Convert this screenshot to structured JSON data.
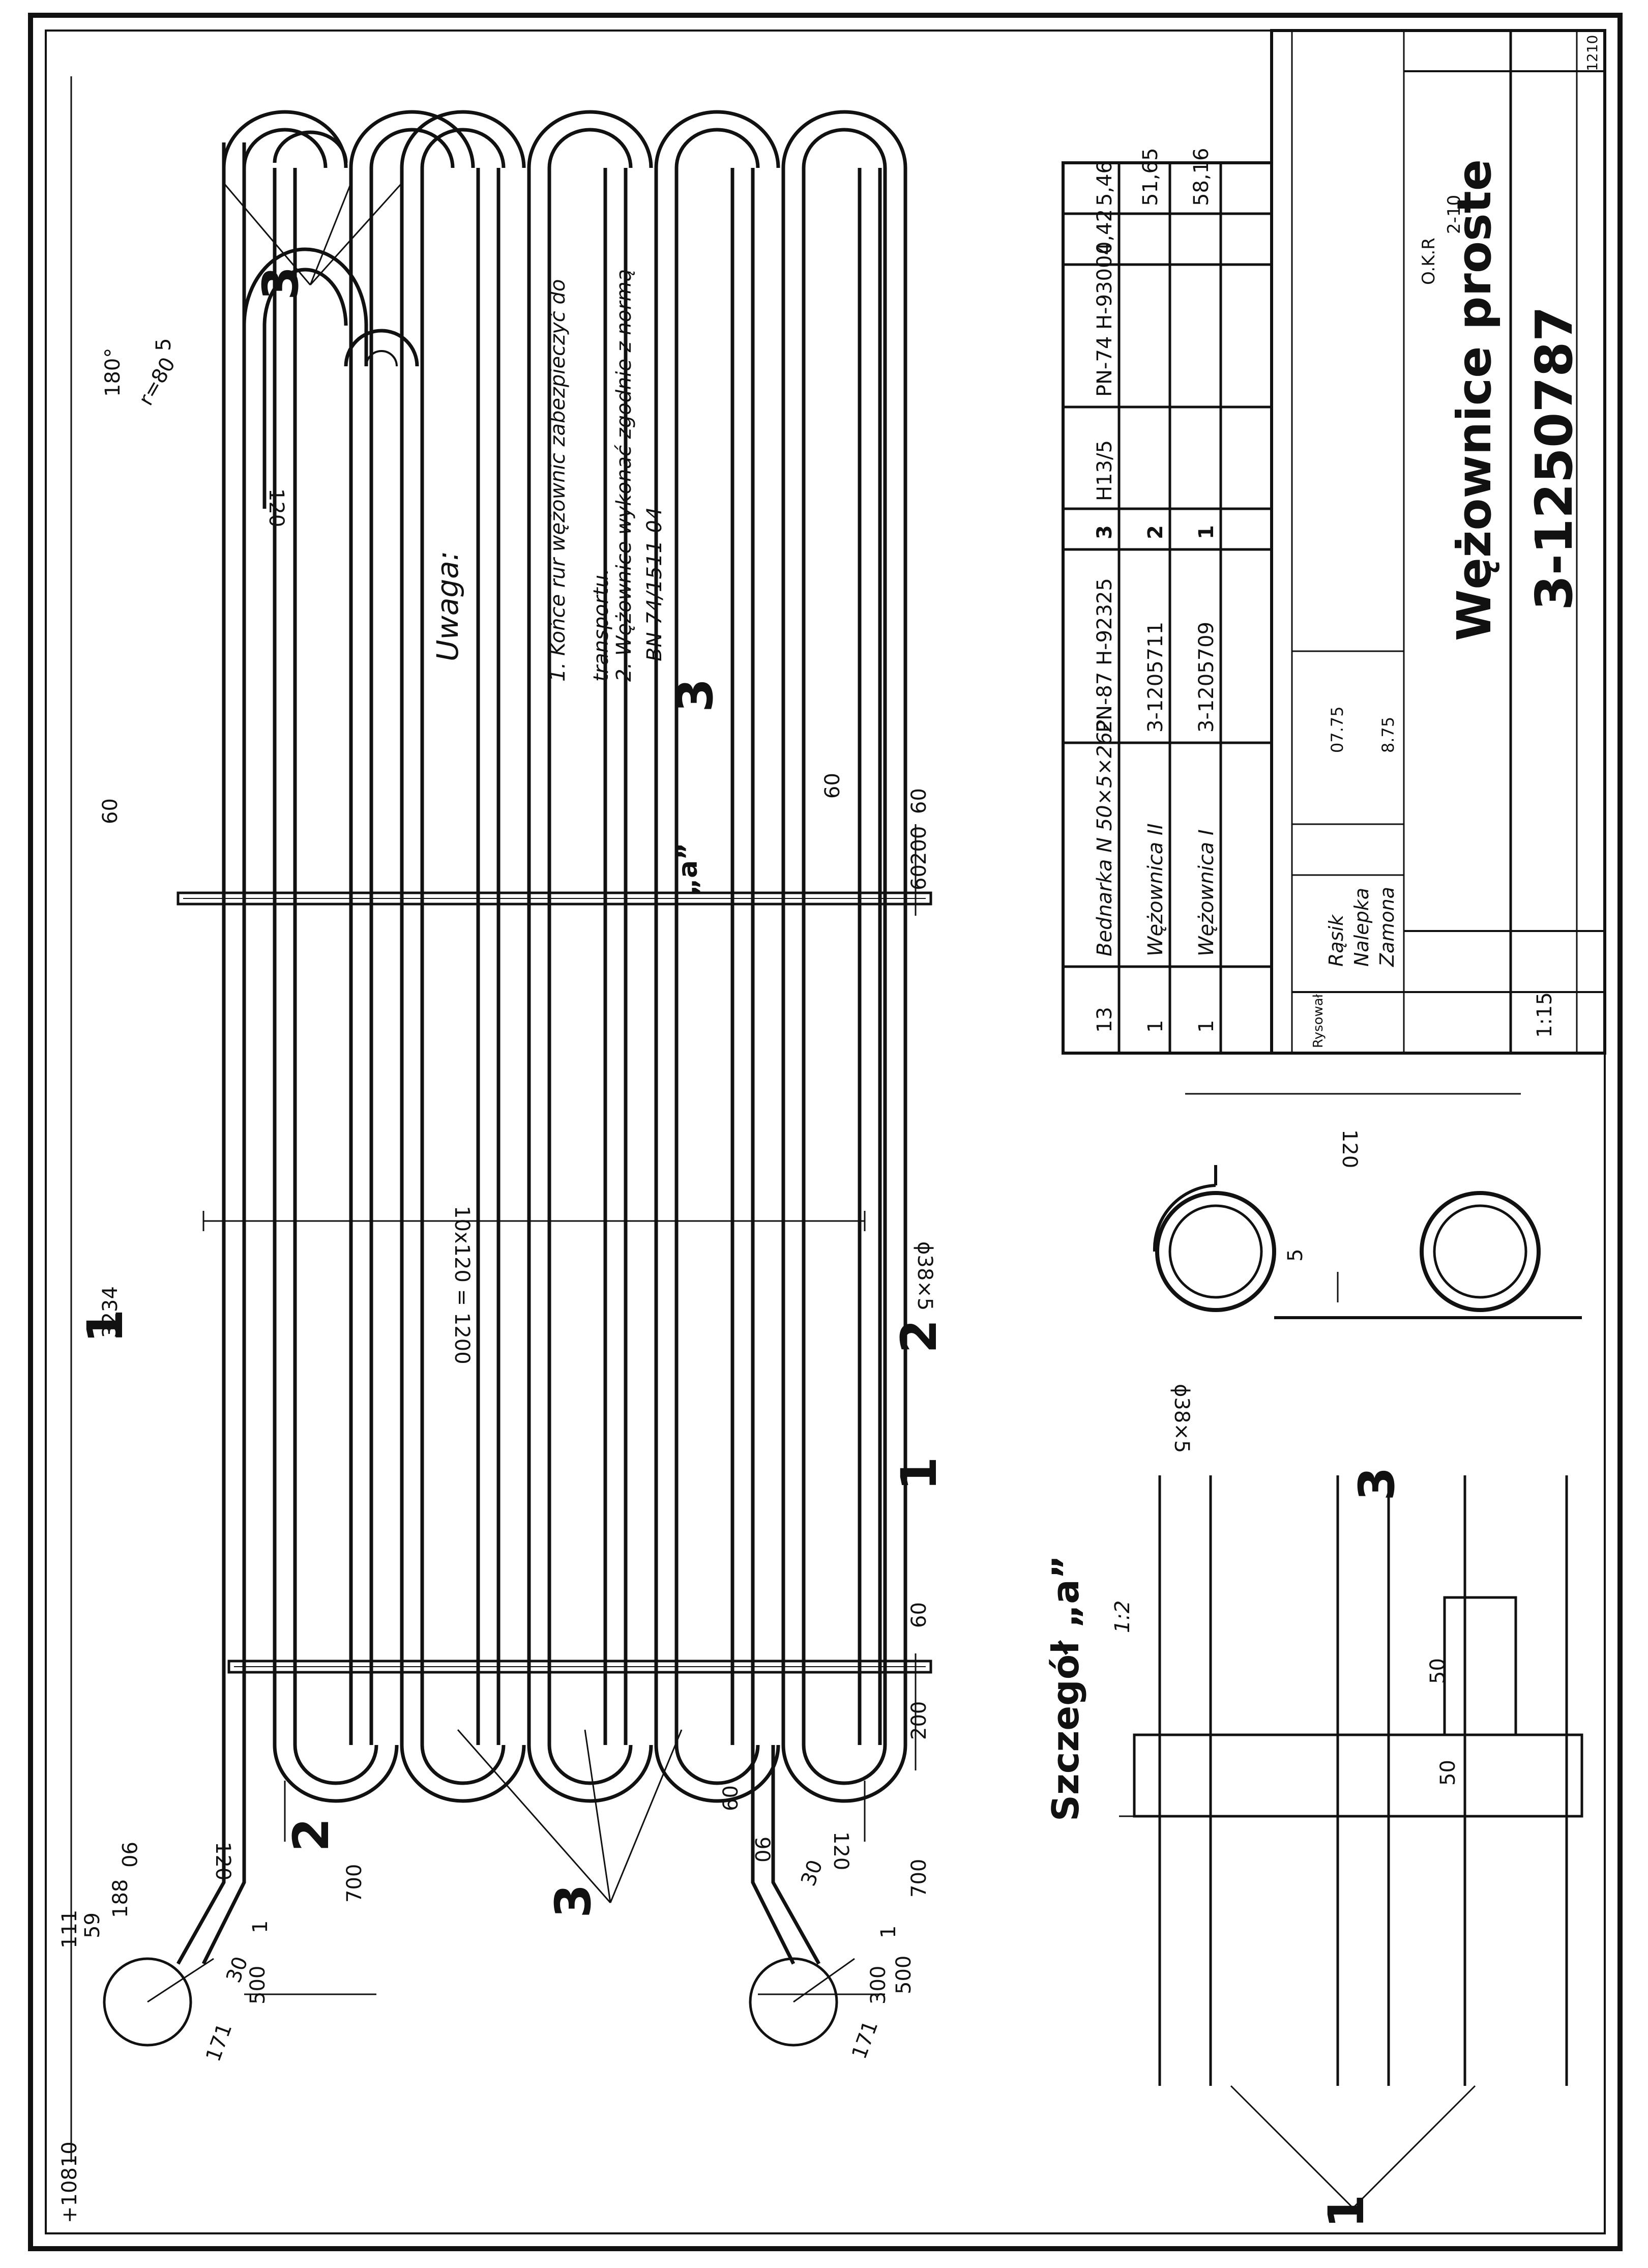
{
  "drawing": {
    "notes": {
      "heading": "Uwaga:",
      "line1": "1. Końce rur wężownic zabezpieczyć do",
      "line2": "transportu.",
      "line3": "2. Wężownice wykonać zgodnie z normą",
      "line4": "BN-74/1511-04"
    },
    "detail": {
      "title": "Szczegół „a”",
      "scale": "1:2",
      "marker": "„a”"
    },
    "dims": {
      "overall": "3234",
      "pitch": "10x120 = 1200",
      "d60a": "60",
      "d60b": "60",
      "d60c": "60",
      "d60d": "60",
      "d60e": "60",
      "d60f": "60",
      "d200a": "200",
      "d200b": "200",
      "d700a": "700",
      "d700b": "700",
      "d500a": "500",
      "d500b": "500",
      "d300": "300",
      "d120a": "120",
      "d120b": "120",
      "d120c": "120",
      "d120d": "120",
      "d90a": "90",
      "d90b": "90",
      "d171a": "171",
      "d171b": "171",
      "d30a": "30",
      "d30b": "30",
      "d188": "188",
      "d59": "59",
      "d111": "111",
      "d1a": "1",
      "d1b": "1",
      "d5a": "5",
      "d5b": "5",
      "d50a": "50",
      "d50b": "50",
      "d180": "180°",
      "r80": "r=80",
      "pipe1": "ϕ38×5",
      "pipe2": "ϕ38×5",
      "elev": "+10810"
    },
    "markers": {
      "p3a": "3",
      "p3b": "3",
      "p3c": "3",
      "p3d": "3",
      "p1a": "1",
      "p1b": "1",
      "p1c": "1",
      "p2a": "2",
      "p2b": "2"
    }
  },
  "parts_list": {
    "rows": [
      {
        "qty": "13",
        "name": "Bednarka N 50×5×262",
        "doc": "PN-87 H-92325",
        "pos": "3",
        "material": "H13/5",
        "standard": "PN-74 H-93004",
        "mass_unit": "0,42",
        "mass_total": "5,46"
      },
      {
        "qty": "1",
        "name": "Wężownica II",
        "doc": "3-1205711",
        "pos": "2",
        "material": "",
        "standard": "",
        "mass_unit": "",
        "mass_total": ""
      },
      {
        "qty": "1",
        "name": "Wężownica I",
        "doc": "3-1205709",
        "pos": "1",
        "material": "",
        "standard": "",
        "mass_unit": "",
        "mass_total": ""
      }
    ],
    "total1": "51,65",
    "total2": "58,16"
  },
  "title_block": {
    "title": "Wężownice proste",
    "number": "3-1250787",
    "scale": "1:15",
    "sheet": "1210",
    "drawn": "Rąsik",
    "checked": "Nalepka",
    "approved": "Zamona",
    "date1": "07.75",
    "date2": "",
    "date3": "8.75",
    "code1": "O.K.R",
    "code2": "2-10",
    "col_label": "Rysował"
  }
}
